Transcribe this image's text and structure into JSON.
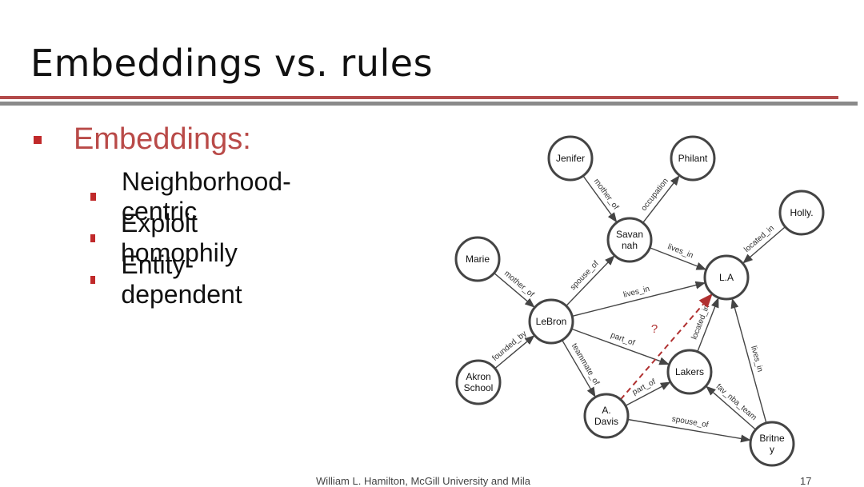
{
  "slide": {
    "title": "Embeddings vs. rules",
    "footer": "William L. Hamilton, McGill University and Mila",
    "page_number": "17",
    "accent_color": "#b94a48",
    "bullet_color": "#c0292a"
  },
  "bullets": {
    "level1": "Embeddings:",
    "level2": [
      "Neighborhood-centric",
      "Exploit homophily",
      "Entity-dependent"
    ]
  },
  "graph": {
    "nodes": [
      {
        "id": "jenifer",
        "label": [
          "Jenifer"
        ]
      },
      {
        "id": "philant",
        "label": [
          "Philant"
        ]
      },
      {
        "id": "holly",
        "label": [
          "Holly."
        ]
      },
      {
        "id": "savannah",
        "label": [
          "Savan",
          "nah"
        ]
      },
      {
        "id": "marie",
        "label": [
          "Marie"
        ]
      },
      {
        "id": "la",
        "label": [
          "L.A"
        ]
      },
      {
        "id": "lebron",
        "label": [
          "LeBron"
        ]
      },
      {
        "id": "akron",
        "label": [
          "Akron",
          "School"
        ]
      },
      {
        "id": "lakers",
        "label": [
          "Lakers"
        ]
      },
      {
        "id": "davis",
        "label": [
          "A.",
          "Davis"
        ]
      },
      {
        "id": "britney",
        "label": [
          "Britne",
          "y"
        ]
      }
    ],
    "edges": [
      {
        "from": "jenifer",
        "to": "savannah",
        "label": "mother_of"
      },
      {
        "from": "savannah",
        "to": "philant",
        "label": "occupation"
      },
      {
        "from": "savannah",
        "to": "la",
        "label": "lives_in"
      },
      {
        "from": "holly",
        "to": "la",
        "label": "located_in"
      },
      {
        "from": "marie",
        "to": "lebron",
        "label": "mother_of"
      },
      {
        "from": "lebron",
        "to": "savannah",
        "label": "spouse_of"
      },
      {
        "from": "lebron",
        "to": "la",
        "label": "lives_in"
      },
      {
        "from": "akron",
        "to": "lebron",
        "label": "founded_by"
      },
      {
        "from": "lebron",
        "to": "lakers",
        "label": "part_of"
      },
      {
        "from": "lebron",
        "to": "davis",
        "label": "teammate_of"
      },
      {
        "from": "lakers",
        "to": "la",
        "label": "located_in"
      },
      {
        "from": "davis",
        "to": "lakers",
        "label": "part_of"
      },
      {
        "from": "britney",
        "to": "lakers",
        "label": "fav_nba_team"
      },
      {
        "from": "britney",
        "to": "la",
        "label": "lives_in"
      },
      {
        "from": "davis",
        "to": "britney",
        "label": "spouse_of"
      }
    ],
    "query": {
      "from": "davis",
      "to": "la",
      "label": "?",
      "color": "#b03030"
    }
  }
}
